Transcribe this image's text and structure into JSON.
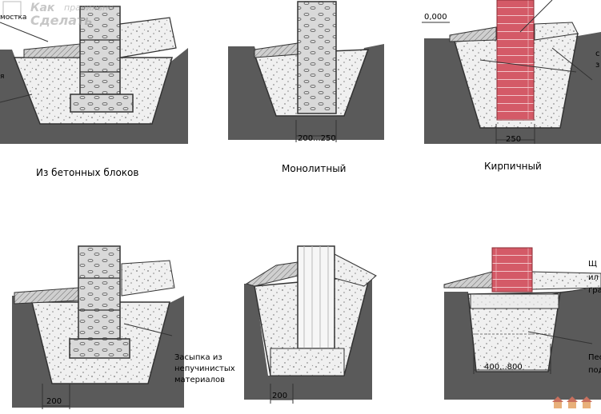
{
  "watermark": {
    "line1": "Как",
    "line1b": "правильно",
    "line2": "Сделать"
  },
  "top_row": {
    "blocks": {
      "caption": "Из бетонных блоков",
      "callout_fragment": "мостка",
      "callout_fragment2": "я"
    },
    "monolith": {
      "caption": "Монолитный",
      "width_label": "200...250"
    },
    "brick": {
      "caption": "Кирпичный",
      "level_label": "0,000",
      "width_label": "250",
      "callout_fragment_top": "с",
      "callout_fragment_mid": "з"
    }
  },
  "bottom_row": {
    "blocks": {
      "width_label": "200",
      "backfill_label": "Засыпка из\nнепучинистых\nматериалов"
    },
    "monolith": {
      "width_label": "200"
    },
    "brick": {
      "width_label": "400...800",
      "callout_r1": "Щ",
      "callout_r2": "ил",
      "callout_r3": "гра",
      "callout_r4": "Пес",
      "callout_r5": "под"
    }
  },
  "colors": {
    "brick": "#d55a66",
    "soil": "#555555",
    "concrete": "#eeeeee",
    "blocks": "#d6d6d6"
  },
  "icons": [
    "house-icon-1",
    "house-icon-2",
    "house-icon-3"
  ]
}
